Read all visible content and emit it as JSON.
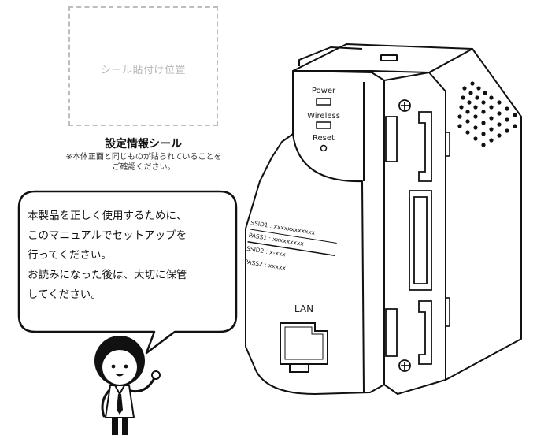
{
  "seal": {
    "placeholder": "シール貼付け位置",
    "title": "設定情報シール",
    "note_line1": "※本体正面と同じものが貼られていることを",
    "note_line2": "ご確認ください。"
  },
  "speech": {
    "line1": "本製品を正しく使用するために、",
    "line2": "このマニュアルでセットアップを",
    "line3": "行ってください。",
    "line4": "お読みになった後は、大切に保管",
    "line5": "してください。"
  },
  "device": {
    "power_label": "Power",
    "wireless_label": "Wireless",
    "reset_label": "Reset",
    "ssid1": "SSID1 : xxxxxxxxxxxx",
    "pass1": "PASS1 : xxxxxxxxx",
    "ssid2": "SSID2 : x-xxx",
    "pass2": "PASS2 : xxxxx",
    "lan_label": "LAN"
  }
}
